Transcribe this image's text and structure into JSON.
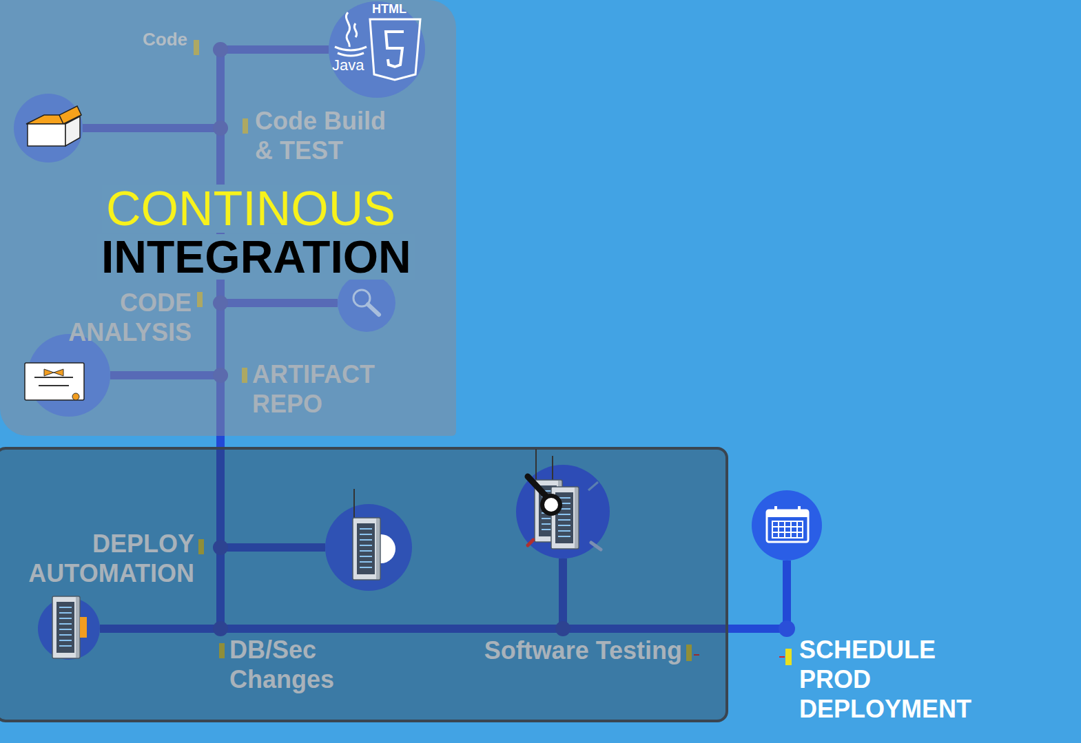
{
  "diagram": {
    "nodes": [
      {
        "text": [
          "CONTINOUS",
          "INTEGRATION"
        ]
      },
      {
        "text": [
          "Code"
        ],
        "in": 0
      },
      {
        "text": [
          "Code Build & TEST"
        ],
        "in": 0
      },
      {
        "text": [
          "CODE ANALYSIS"
        ],
        "in": 0
      },
      {
        "text": [
          "ARTIFACT REPO"
        ],
        "in": 0
      },
      {
        "text": [
          "DEPLOY AUTOMATION"
        ]
      },
      {
        "text": [
          "DB/Sec Changes"
        ]
      },
      {
        "text": [
          "Software Testing"
        ]
      },
      {
        "text": [
          "SCHEDULE PROD DEPLOYMENT"
        ]
      }
    ],
    "edges": [
      {
        "from": 1,
        "to": 2,
        "arrow": "none"
      },
      {
        "from": 2,
        "to": 3,
        "arrow": "none"
      },
      {
        "from": 3,
        "to": 4,
        "arrow": "none"
      },
      {
        "from": 4,
        "to": 5,
        "arrow": "none"
      },
      {
        "from": 5,
        "to": 6,
        "arrow": "none"
      },
      {
        "from": 6,
        "to": 7,
        "arrow": "none"
      },
      {
        "from": 7,
        "to": 8,
        "arrow": "none"
      }
    ],
    "labels": [
      "HTML",
      "Java"
    ]
  }
}
